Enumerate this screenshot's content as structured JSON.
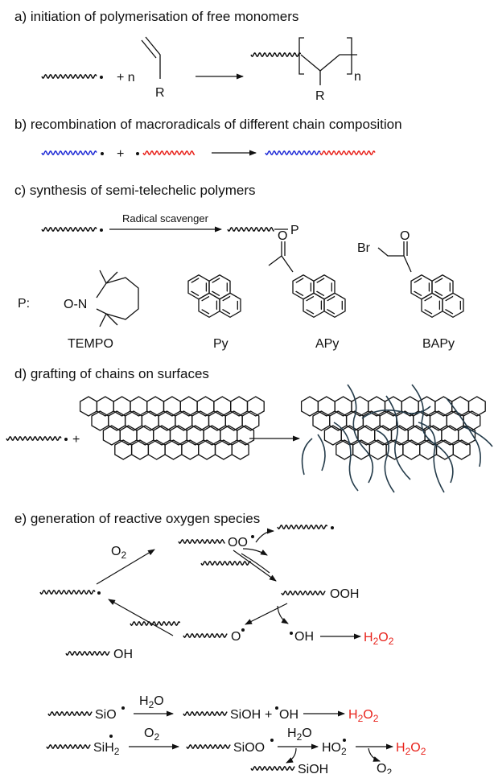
{
  "colors": {
    "ink": "#111111",
    "blue": "#1f2bd6",
    "red": "#e8221b",
    "chain": "#243b4a"
  },
  "section_a": {
    "title": "a) initiation of polymerisation of free monomers",
    "plus_n": "+ n",
    "substituent": "R",
    "sub_right": "R",
    "repeat_index": "n"
  },
  "section_b": {
    "title": "b) recombination of macroradicals of different chain composition",
    "plus": "+"
  },
  "section_c": {
    "title": "c) synthesis of semi-telechelic polymers",
    "arrow_label": "Radical scavenger",
    "end_group": "P",
    "p_label": "P:",
    "tempo_atoms": "O-N",
    "compounds": [
      "TEMPO",
      "Py",
      "APy",
      "BAPy"
    ],
    "carbonyl_o": "O",
    "bromo": "Br"
  },
  "section_d": {
    "title": "d) grafting of chains on surfaces",
    "plus": "+"
  },
  "section_e": {
    "title": "e) generation of reactive oxygen species",
    "o2": "O",
    "sub2": "2",
    "oo": "OO",
    "ooh": "OOH",
    "o": "O",
    "oh": "OH",
    "oh_left": "OH",
    "h": "H",
    "siO": "SiO",
    "h2o": "H",
    "h2o_o": "O",
    "sioh": "SiOH",
    "plus": "+",
    "sih": "SiH",
    "sioo": "SiOO",
    "ho": "HO",
    "sioh_bottom": "SiOH",
    "o2_bottom": "O"
  }
}
